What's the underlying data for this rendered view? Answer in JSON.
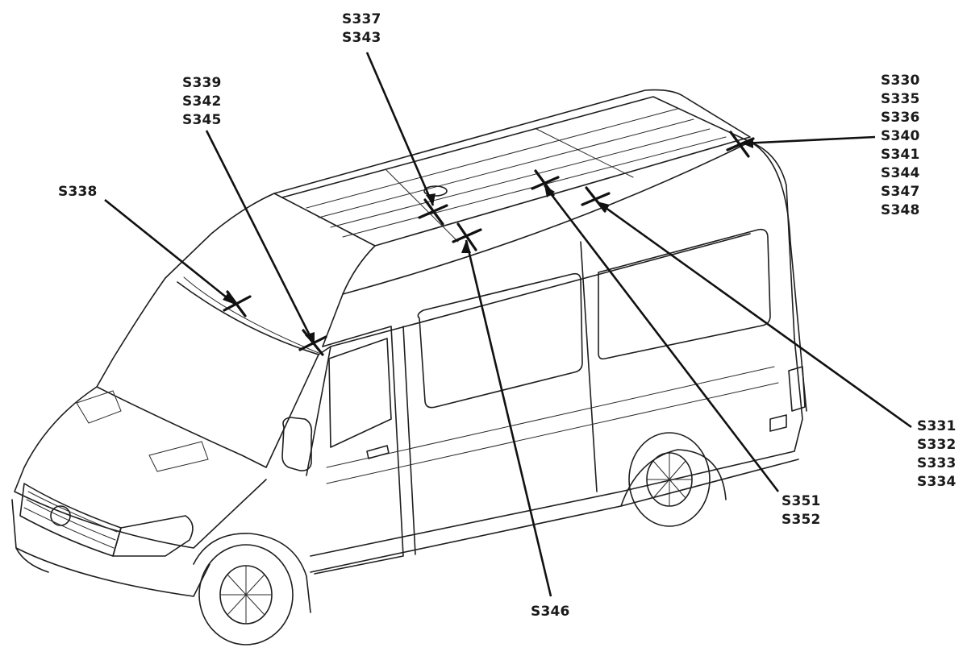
{
  "callouts": [
    {
      "id": "c338",
      "codes": [
        "S338"
      ]
    },
    {
      "id": "c339",
      "codes": [
        "S339",
        "S342",
        "S345"
      ]
    },
    {
      "id": "c337",
      "codes": [
        "S337",
        "S343"
      ]
    },
    {
      "id": "c330",
      "codes": [
        "S330",
        "S335",
        "S336",
        "S340",
        "S341",
        "S344",
        "S347",
        "S348"
      ]
    },
    {
      "id": "c331",
      "codes": [
        "S331",
        "S332",
        "S333",
        "S334"
      ]
    },
    {
      "id": "c351",
      "codes": [
        "S351",
        "S352"
      ]
    },
    {
      "id": "c346",
      "codes": [
        "S346"
      ]
    }
  ]
}
